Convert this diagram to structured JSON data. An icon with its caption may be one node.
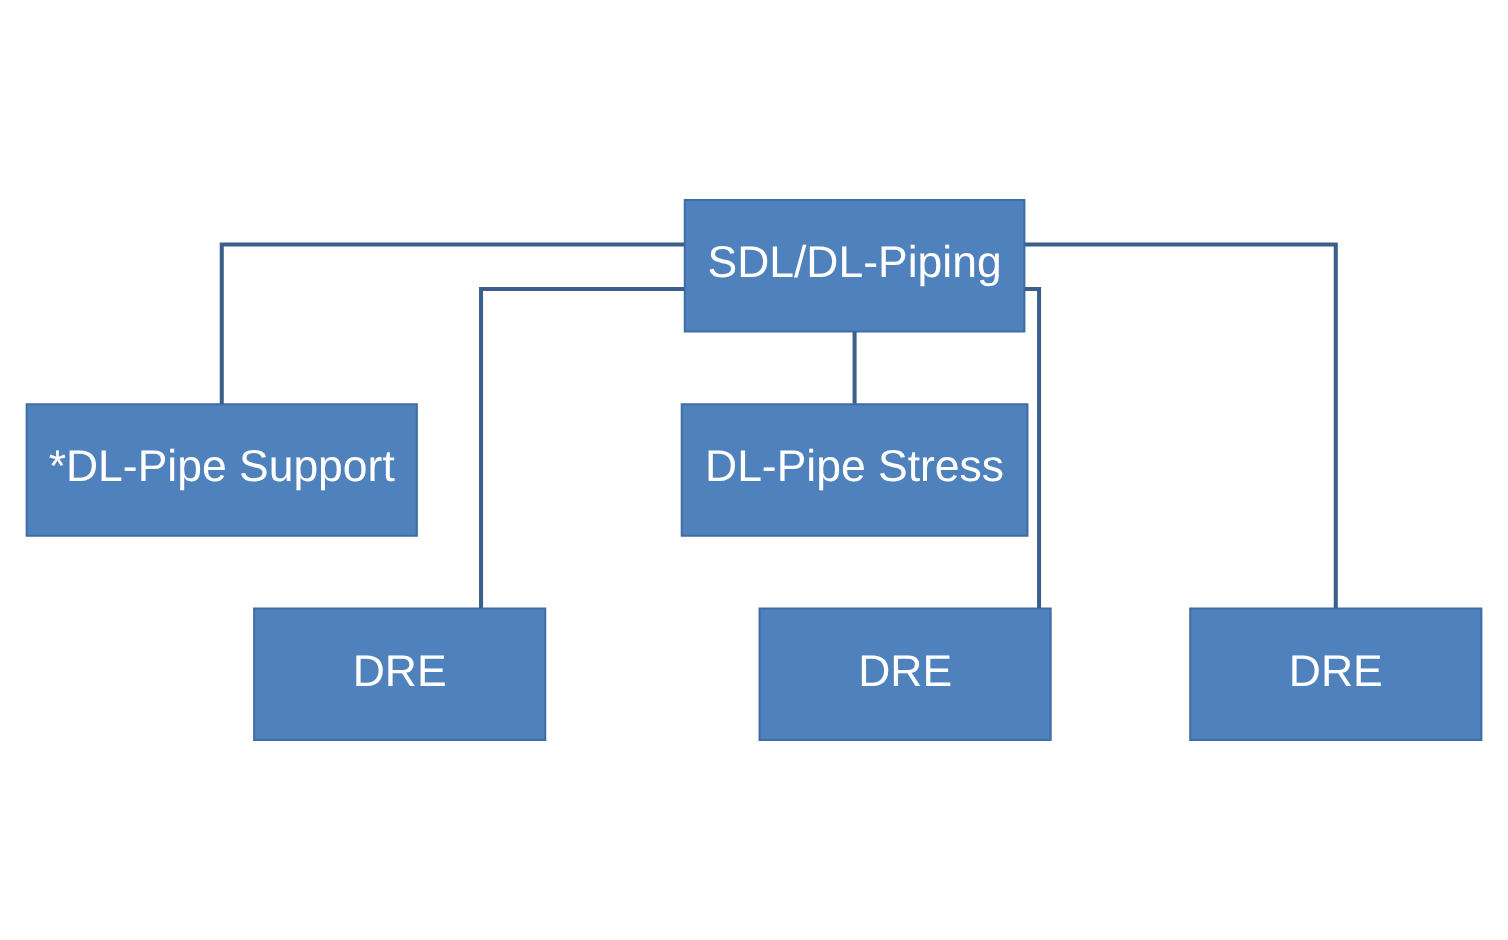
{
  "diagram": {
    "nodes": [
      {
        "text": [
          "SDL/DL-Piping"
        ]
      },
      {
        "text": [
          "*DL-Pipe Support"
        ]
      },
      {
        "text": [
          "DL-Pipe Stress"
        ]
      },
      {
        "text": [
          "DRE"
        ]
      },
      {
        "text": [
          "DRE"
        ]
      },
      {
        "text": [
          "DRE"
        ]
      }
    ],
    "edges": [
      {
        "from": 0,
        "to": 1,
        "arrow": "none"
      },
      {
        "from": 0,
        "to": 2,
        "arrow": "none"
      },
      {
        "from": 0,
        "to": 3,
        "arrow": "none"
      },
      {
        "from": 0,
        "to": 4,
        "arrow": "none"
      },
      {
        "from": 0,
        "to": 5,
        "arrow": "none"
      }
    ]
  }
}
